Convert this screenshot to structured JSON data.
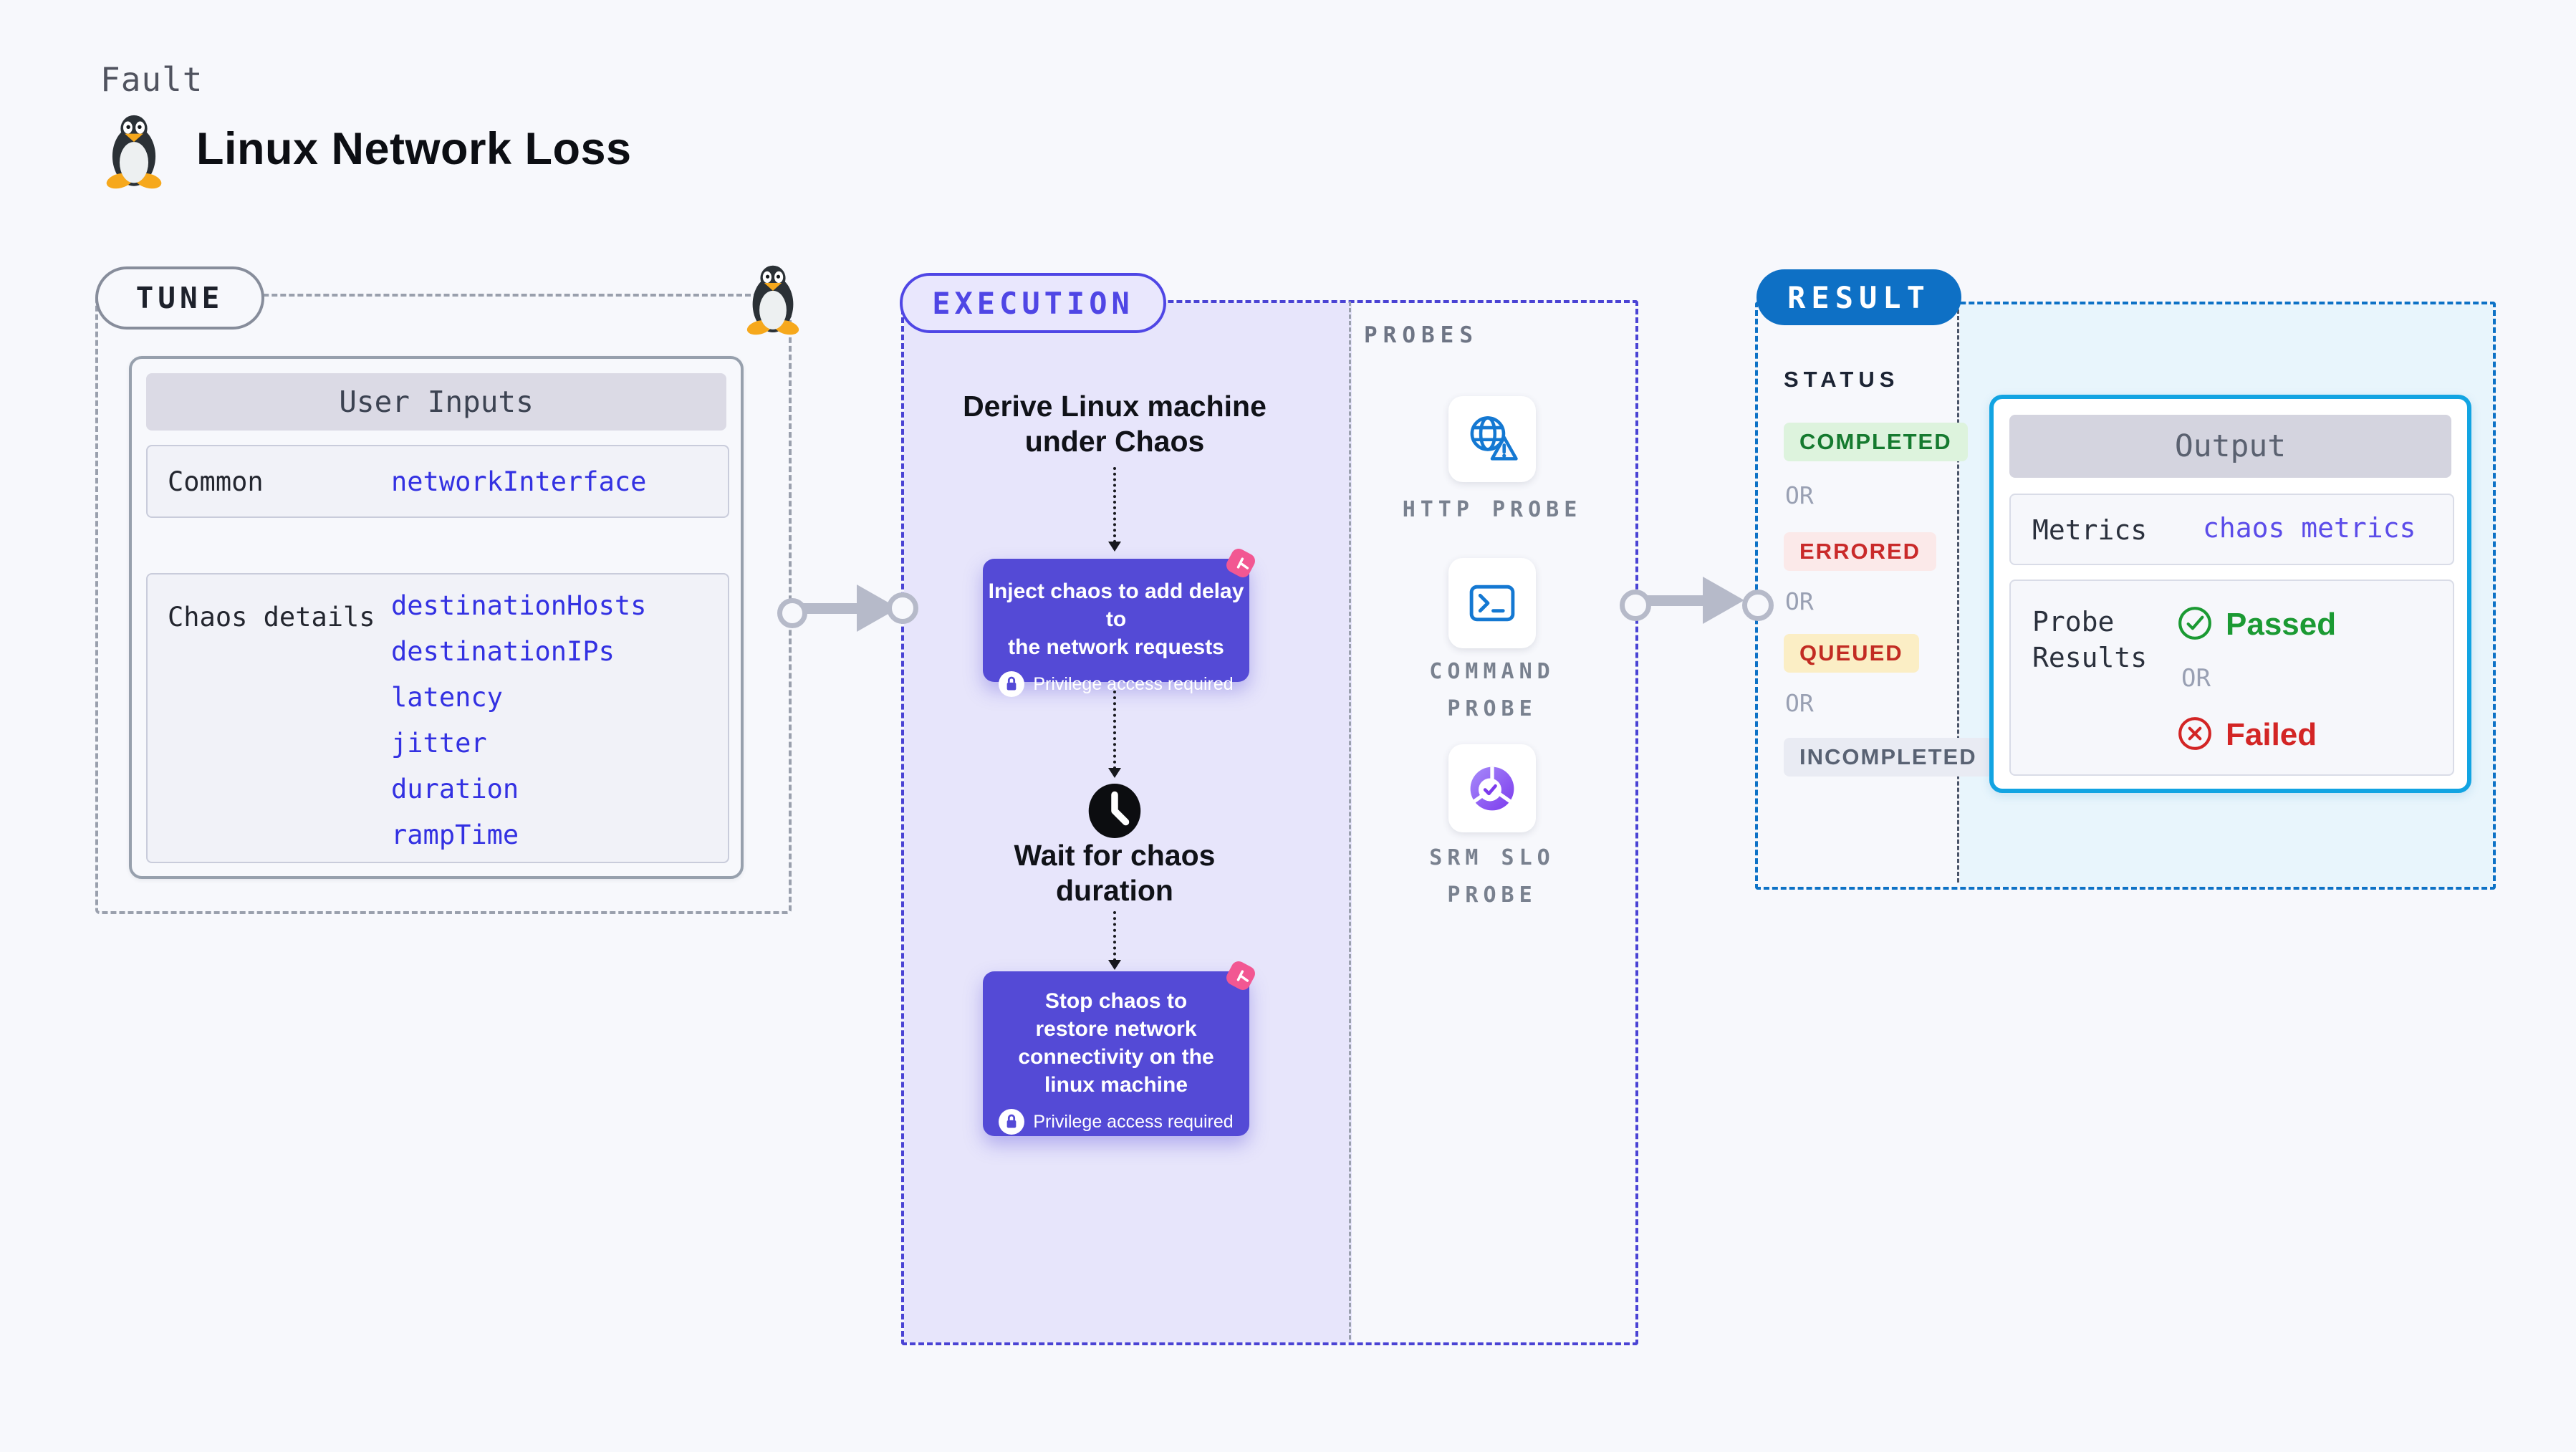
{
  "header": {
    "eyebrow": "Fault",
    "title": "Linux Network Loss",
    "icon": "linux-tux"
  },
  "tune": {
    "pill_label": "TUNE",
    "card_title": "User Inputs",
    "rows": [
      {
        "label": "Common",
        "values": [
          "networkInterface"
        ]
      },
      {
        "label": "Chaos details",
        "values": [
          "destinationHosts",
          "destinationIPs",
          "latency",
          "jitter",
          "duration",
          "rampTime"
        ]
      }
    ]
  },
  "execution": {
    "pill_label": "EXECUTION",
    "flow": {
      "derive_lines": [
        "Derive Linux machine",
        "under Chaos"
      ],
      "inject_lines": [
        "Inject chaos to add delay to",
        "the network requests"
      ],
      "wait_lines": [
        "Wait for chaos",
        "duration"
      ],
      "stop_lines": [
        "Stop chaos to",
        "restore network",
        "connectivity on the",
        "linux machine"
      ],
      "privilege_note": "Privilege access required"
    },
    "probes": {
      "heading": "PROBES",
      "items": [
        {
          "icon": "http-probe-icon",
          "lines": [
            "HTTP PROBE",
            ""
          ]
        },
        {
          "icon": "command-probe-icon",
          "lines": [
            "COMMAND",
            "PROBE"
          ]
        },
        {
          "icon": "srm-slo-probe-icon",
          "lines": [
            "SRM SLO",
            "PROBE"
          ]
        }
      ]
    }
  },
  "result": {
    "pill_label": "RESULT",
    "status_heading": "STATUS",
    "or_label": "OR",
    "statuses": [
      {
        "text": "COMPLETED",
        "bg": "#ddf3dd",
        "color": "#157a2f"
      },
      {
        "text": "ERRORED",
        "bg": "#fbe9e9",
        "color": "#c92a2a"
      },
      {
        "text": "QUEUED",
        "bg": "#fbeec5",
        "color": "#c22c23"
      },
      {
        "text": "INCOMPLETED",
        "bg": "#e9ebf3",
        "color": "#596273"
      }
    ],
    "output": {
      "title": "Output",
      "metrics_label": "Metrics",
      "metrics_value": "chaos metrics",
      "probe_results_lines": [
        "Probe",
        "Results"
      ],
      "passed_label": "Passed",
      "or_label": "OR",
      "failed_label": "Failed"
    }
  },
  "colors": {
    "page_bg": "#f7f8fc",
    "tune_border": "#9aa0ad",
    "execution_accent": "#4f46e5",
    "execution_fill": "#e7e5fb",
    "step_purple": "#544ad6",
    "step_badge_pink": "#f25792",
    "result_accent": "#0e70c5",
    "result_fill": "#e8f5fc",
    "output_border": "#12a4e2",
    "value_blue": "#3331e2",
    "metrics_blue": "#5b4ce9",
    "passed_green": "#1b9a33",
    "failed_red": "#d32525",
    "arrow_gray": "#b6bac9",
    "probe_icon_blue": "#1478d2"
  }
}
